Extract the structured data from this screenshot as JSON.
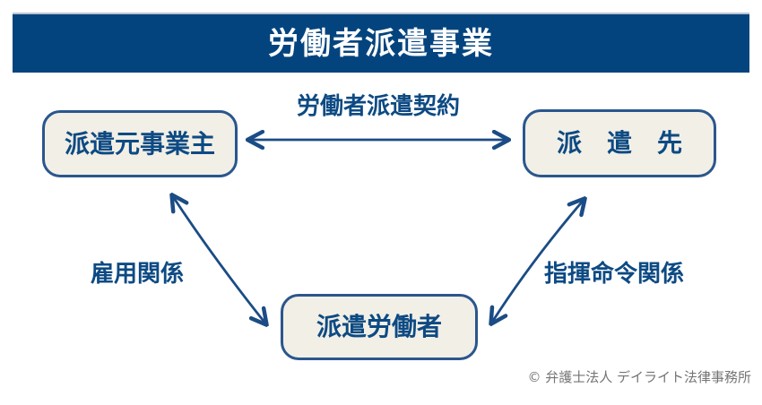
{
  "header": {
    "title": "労働者派遣事業"
  },
  "diagram": {
    "nodes": [
      {
        "id": "dispatch-source",
        "label": "派遣元事業主"
      },
      {
        "id": "client",
        "label": "派　遣　先"
      },
      {
        "id": "worker",
        "label": "派遣労働者"
      }
    ],
    "edges": [
      {
        "id": "dispatch-contract",
        "label": "労働者派遣契約",
        "from": "dispatch-source",
        "to": "client",
        "direction": "both"
      },
      {
        "id": "employment-relation",
        "label": "雇用関係",
        "from": "dispatch-source",
        "to": "worker",
        "direction": "both"
      },
      {
        "id": "command-relation",
        "label": "指揮命令関係",
        "from": "client",
        "to": "worker",
        "direction": "both"
      }
    ],
    "colors": {
      "accent_blue": "#1b4c85",
      "banner_bg": "#04447e",
      "banner_text": "#ffffff",
      "node_fill": "#f2efe6",
      "node_border": "#2a568d",
      "node_text": "#0d4a83",
      "copyright_gray": "#757575"
    }
  },
  "footer": {
    "copyright": "© 弁護士法人 デイライト法律事務所"
  }
}
